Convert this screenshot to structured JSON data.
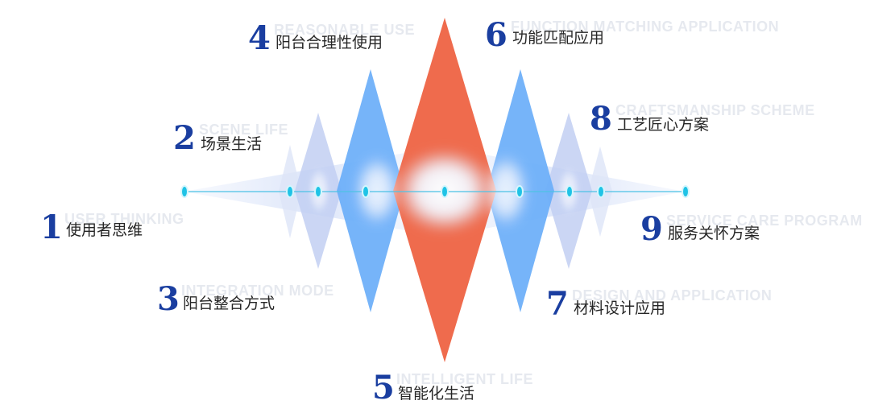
{
  "colors": {
    "number": "#1a3ea0",
    "label": "#262626",
    "english": "#e6e9ef",
    "center": "#ef6b4d",
    "blue_strong": "#6aaef8",
    "blue_light": "#c2cff2",
    "blue_faint": "#dde5f8",
    "node": "#1fc3e6"
  },
  "items": [
    {
      "num": "1",
      "en": "USER THINKING",
      "zh": "使用者思维"
    },
    {
      "num": "2",
      "en": "SCENE LIFE",
      "zh": "场景生活"
    },
    {
      "num": "3",
      "en": "INTEGRATION MODE",
      "zh": "阳台整合方式"
    },
    {
      "num": "4",
      "en": "REASONABLE USE",
      "zh": "阳台合理性使用"
    },
    {
      "num": "5",
      "en": "INTELLIGENT LIFE",
      "zh": "智能化生活"
    },
    {
      "num": "6",
      "en": "FUNCTION MATCHING APPLICATION",
      "zh": "功能匹配应用"
    },
    {
      "num": "7",
      "en": "DESIGN AND APPLICATION",
      "zh": "材料设计应用"
    },
    {
      "num": "8",
      "en": "CRAFTSMANSHIP SCHEME",
      "zh": "工艺匠心方案"
    },
    {
      "num": "9",
      "en": "SERVICE CARE PROGRAM",
      "zh": "服务关怀方案"
    }
  ]
}
